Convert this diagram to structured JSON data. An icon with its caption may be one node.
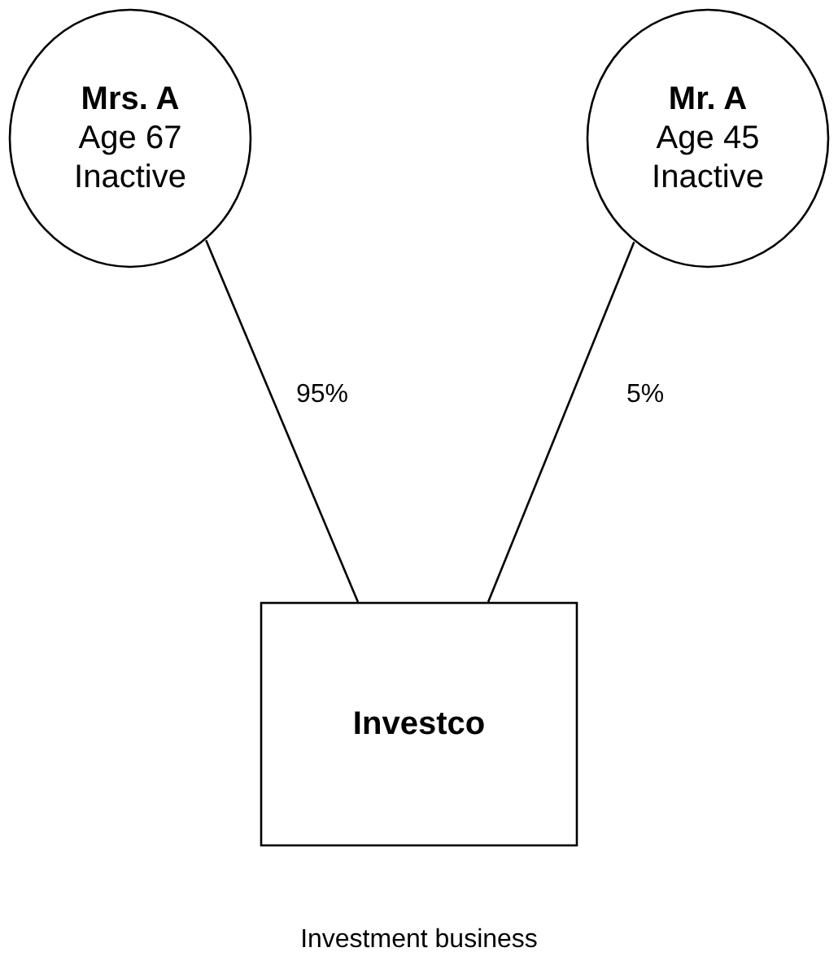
{
  "diagram": {
    "nodes": [
      {
        "text": [
          "Mrs. A",
          "Age 67 Inactive"
        ]
      },
      {
        "text": [
          "Mr. A",
          "Age 45 Inactive"
        ]
      },
      {
        "text": [
          "Investco"
        ],
        "beside": [
          "Investment business"
        ]
      }
    ],
    "edges": [
      {
        "from": 0,
        "to": 2,
        "label": "95%",
        "arrow": "none"
      },
      {
        "from": 1,
        "to": 2,
        "label": "5%",
        "arrow": "none"
      }
    ]
  }
}
